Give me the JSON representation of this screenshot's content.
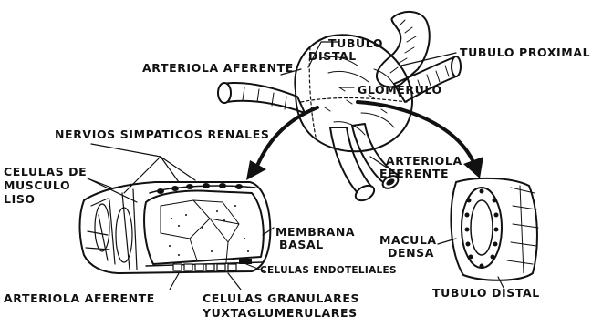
{
  "labels": {
    "tubulo_distal_top": [
      "TUBULO",
      "DISTAL"
    ],
    "tubulo_proximal": "TUBULO PROXIMAL",
    "arteriola_aferente_top": "ARTERIOLA AFERENTE",
    "glomerulo": "GLOMERULO",
    "nervios": "NERVIOS SIMPATICOS RENALES",
    "celulas_musculo": [
      "CELULAS DE",
      "MUSCULO",
      "LISO"
    ],
    "arteriola_eferente": [
      "ARTERIOLA",
      "EFERENTE"
    ],
    "membrana_basal": [
      "MEMBRANA",
      "BASAL"
    ],
    "macula_densa": [
      "MACULA",
      "DENSA"
    ],
    "celulas_endoteliales": "CELULAS ENDOTELIALES",
    "arteriola_aferente_bottom": "ARTERIOLA AFERENTE",
    "celulas_granulares": [
      "CELULAS GRANULARES",
      "YUXTAGLUMERULARES"
    ],
    "tubulo_distal_bottom": "TUBULO DISTAL"
  }
}
